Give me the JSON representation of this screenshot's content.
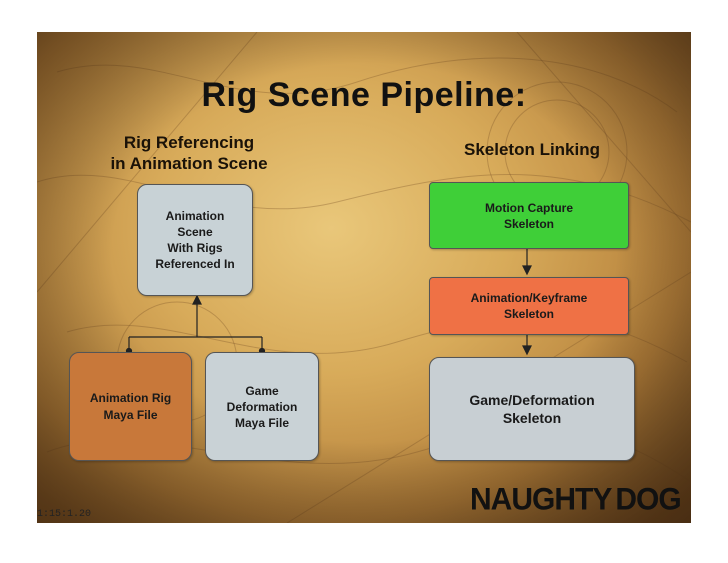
{
  "title": "Rig Scene Pipeline:",
  "left_heading": "Rig Referencing\nin Animation Scene",
  "right_heading": "Skeleton Linking",
  "nodes": {
    "animation_scene": "Animation\nScene\nWith Rigs\nReferenced In",
    "animation_rig": "Animation Rig\nMaya File",
    "game_deformation_file": "Game\nDeformation\nMaya File",
    "motion_capture": "Motion Capture\nSkeleton",
    "animation_keyframe": "Animation/Keyframe\nSkeleton",
    "game_deformation_skeleton": "Game/Deformation\nSkeleton"
  },
  "colors": {
    "scene_box": "#c8d2d6",
    "rig_box": "#c8783a",
    "file_box": "#c9d2d6",
    "mocap_box": "#3fcf38",
    "keyframe_box": "#ef7145",
    "skeleton_box": "#c8cfd3"
  },
  "logo": {
    "left_word": "NAUGHTY",
    "right_word": "DOG"
  },
  "timestamp": "1:15:1.20"
}
